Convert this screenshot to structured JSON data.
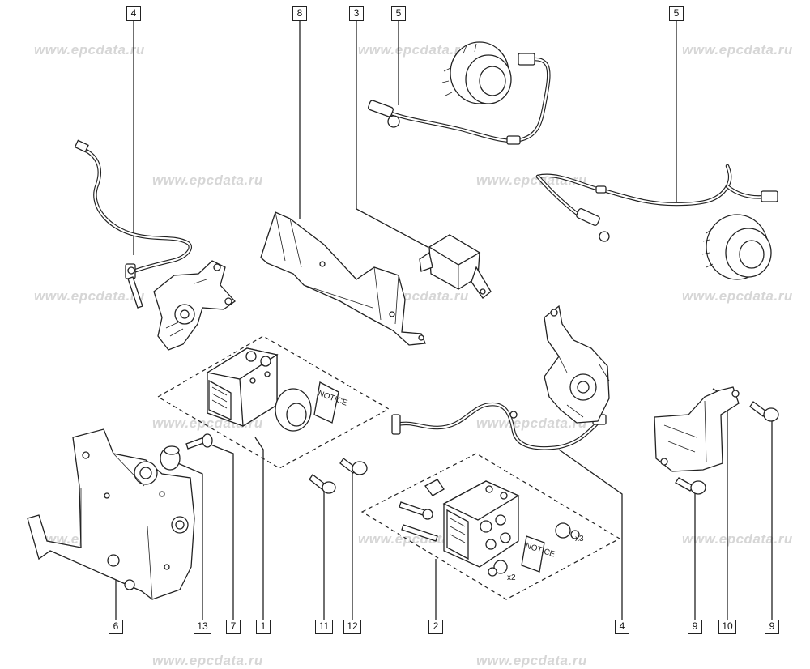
{
  "watermark_text": "www.epcdata.ru",
  "callouts": {
    "top": [
      "4",
      "8",
      "3",
      "5",
      "5"
    ],
    "bottom": [
      "6",
      "13",
      "7",
      "1",
      "11",
      "12",
      "2",
      "4",
      "9",
      "10",
      "9"
    ]
  },
  "quantity_labels": [
    "x2",
    "x3"
  ],
  "notice_label": "NOTICE"
}
